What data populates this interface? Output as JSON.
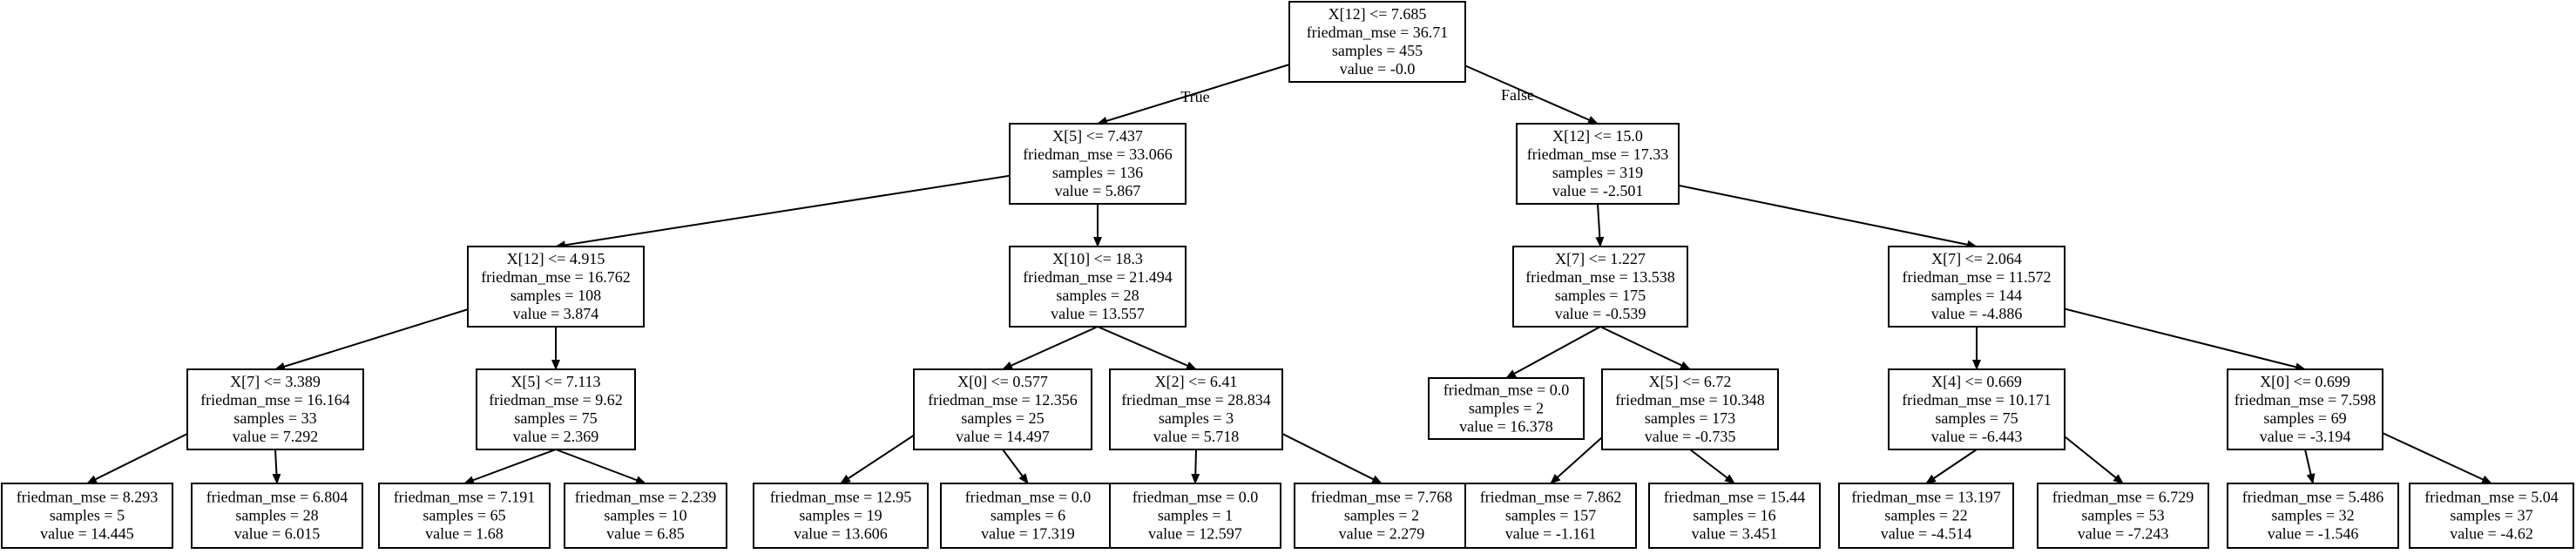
{
  "tree": {
    "nodes": [
      {
        "id": "n0",
        "lines": [
          "X[12] <= 7.685",
          "friedman_mse = 36.71",
          "samples = 455",
          "value = -0.0"
        ]
      },
      {
        "id": "n1",
        "lines": [
          "X[5] <= 7.437",
          "friedman_mse = 33.066",
          "samples = 136",
          "value = 5.867"
        ]
      },
      {
        "id": "n2",
        "lines": [
          "X[12] <= 15.0",
          "friedman_mse = 17.33",
          "samples = 319",
          "value = -2.501"
        ]
      },
      {
        "id": "n3",
        "lines": [
          "X[12] <= 4.915",
          "friedman_mse = 16.762",
          "samples = 108",
          "value = 3.874"
        ]
      },
      {
        "id": "n4",
        "lines": [
          "X[10] <= 18.3",
          "friedman_mse = 21.494",
          "samples = 28",
          "value = 13.557"
        ]
      },
      {
        "id": "n5",
        "lines": [
          "X[7] <= 1.227",
          "friedman_mse = 13.538",
          "samples = 175",
          "value = -0.539"
        ]
      },
      {
        "id": "n6",
        "lines": [
          "X[7] <= 2.064",
          "friedman_mse = 11.572",
          "samples = 144",
          "value = -4.886"
        ]
      },
      {
        "id": "n7",
        "lines": [
          "X[7] <= 3.389",
          "friedman_mse = 16.164",
          "samples = 33",
          "value = 7.292"
        ]
      },
      {
        "id": "n8",
        "lines": [
          "X[5] <= 7.113",
          "friedman_mse = 9.62",
          "samples = 75",
          "value = 2.369"
        ]
      },
      {
        "id": "n9",
        "lines": [
          "X[0] <= 0.577",
          "friedman_mse = 12.356",
          "samples = 25",
          "value = 14.497"
        ]
      },
      {
        "id": "n10",
        "lines": [
          "X[2] <= 6.41",
          "friedman_mse = 28.834",
          "samples = 3",
          "value = 5.718"
        ]
      },
      {
        "id": "n11",
        "lines": [
          "friedman_mse = 0.0",
          "samples = 2",
          "value = 16.378"
        ]
      },
      {
        "id": "n12",
        "lines": [
          "X[5] <= 6.72",
          "friedman_mse = 10.348",
          "samples = 173",
          "value = -0.735"
        ]
      },
      {
        "id": "n13",
        "lines": [
          "X[4] <= 0.669",
          "friedman_mse = 10.171",
          "samples = 75",
          "value = -6.443"
        ]
      },
      {
        "id": "n14",
        "lines": [
          "X[0] <= 0.699",
          "friedman_mse = 7.598",
          "samples = 69",
          "value = -3.194"
        ]
      },
      {
        "id": "n15",
        "lines": [
          "friedman_mse = 8.293",
          "samples = 5",
          "value = 14.445"
        ]
      },
      {
        "id": "n16",
        "lines": [
          "friedman_mse = 6.804",
          "samples = 28",
          "value = 6.015"
        ]
      },
      {
        "id": "n17",
        "lines": [
          "friedman_mse = 7.191",
          "samples = 65",
          "value = 1.68"
        ]
      },
      {
        "id": "n18",
        "lines": [
          "friedman_mse = 2.239",
          "samples = 10",
          "value = 6.85"
        ]
      },
      {
        "id": "n19",
        "lines": [
          "friedman_mse = 12.95",
          "samples = 19",
          "value = 13.606"
        ]
      },
      {
        "id": "n20",
        "lines": [
          "friedman_mse = 0.0",
          "samples = 6",
          "value = 17.319"
        ]
      },
      {
        "id": "n21",
        "lines": [
          "friedman_mse = 0.0",
          "samples = 1",
          "value = 12.597"
        ]
      },
      {
        "id": "n22",
        "lines": [
          "friedman_mse = 7.768",
          "samples = 2",
          "value = 2.279"
        ]
      },
      {
        "id": "n23",
        "lines": [
          "friedman_mse = 7.862",
          "samples = 157",
          "value = -1.161"
        ]
      },
      {
        "id": "n24",
        "lines": [
          "friedman_mse = 15.44",
          "samples = 16",
          "value = 3.451"
        ]
      },
      {
        "id": "n25",
        "lines": [
          "friedman_mse = 13.197",
          "samples = 22",
          "value = -4.514"
        ]
      },
      {
        "id": "n26",
        "lines": [
          "friedman_mse = 6.729",
          "samples = 53",
          "value = -7.243"
        ]
      },
      {
        "id": "n27",
        "lines": [
          "friedman_mse = 5.486",
          "samples = 32",
          "value = -1.546"
        ]
      },
      {
        "id": "n28",
        "lines": [
          "friedman_mse = 5.04",
          "samples = 37",
          "value = -4.62"
        ]
      }
    ],
    "edges": [
      {
        "from": "n0",
        "to": "n1",
        "label": "True"
      },
      {
        "from": "n0",
        "to": "n2",
        "label": "False"
      },
      {
        "from": "n1",
        "to": "n3"
      },
      {
        "from": "n1",
        "to": "n4"
      },
      {
        "from": "n2",
        "to": "n5"
      },
      {
        "from": "n2",
        "to": "n6"
      },
      {
        "from": "n3",
        "to": "n7"
      },
      {
        "from": "n3",
        "to": "n8"
      },
      {
        "from": "n4",
        "to": "n9"
      },
      {
        "from": "n4",
        "to": "n10"
      },
      {
        "from": "n5",
        "to": "n11"
      },
      {
        "from": "n5",
        "to": "n12"
      },
      {
        "from": "n6",
        "to": "n13"
      },
      {
        "from": "n6",
        "to": "n14"
      },
      {
        "from": "n7",
        "to": "n15"
      },
      {
        "from": "n7",
        "to": "n16"
      },
      {
        "from": "n8",
        "to": "n17"
      },
      {
        "from": "n8",
        "to": "n18"
      },
      {
        "from": "n9",
        "to": "n19"
      },
      {
        "from": "n9",
        "to": "n20"
      },
      {
        "from": "n10",
        "to": "n21"
      },
      {
        "from": "n10",
        "to": "n22"
      },
      {
        "from": "n12",
        "to": "n23"
      },
      {
        "from": "n12",
        "to": "n24"
      },
      {
        "from": "n13",
        "to": "n25"
      },
      {
        "from": "n13",
        "to": "n26"
      },
      {
        "from": "n14",
        "to": "n27"
      },
      {
        "from": "n14",
        "to": "n28"
      }
    ]
  }
}
